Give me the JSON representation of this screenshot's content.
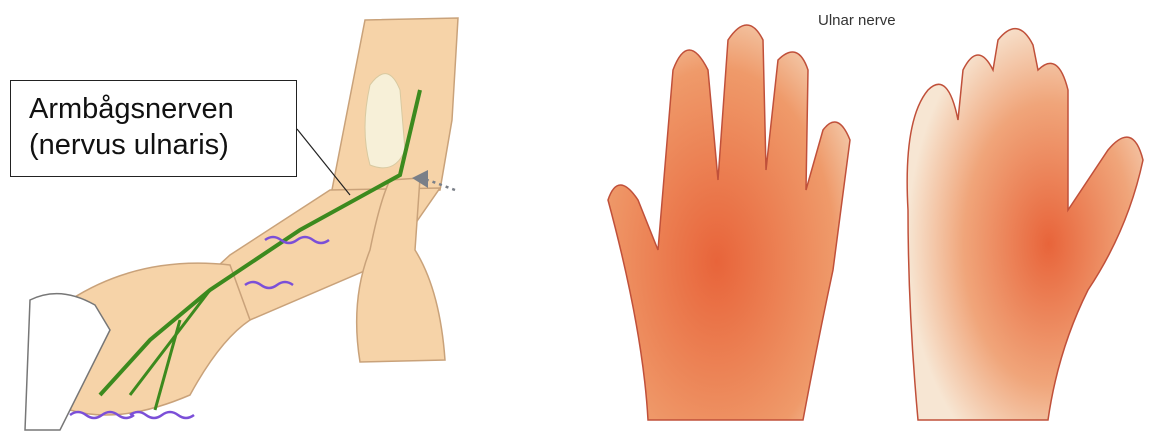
{
  "left_figure": {
    "label_line1": "Armbågsnerven",
    "label_line2": "(nervus ulnaris)",
    "colors": {
      "skin": "#f6d3a8",
      "skin_outline": "#c9a27a",
      "nerve": "#3c8a1e",
      "tingle": "#7b4fd8",
      "bone": "#f7f0d8",
      "arrow": "#7a7f88"
    }
  },
  "right_figure": {
    "title": "Ulnar nerve",
    "colors": {
      "skin_light": "#f4d9bf",
      "skin_red": "#e8643a",
      "outline": "#c0503a"
    }
  }
}
